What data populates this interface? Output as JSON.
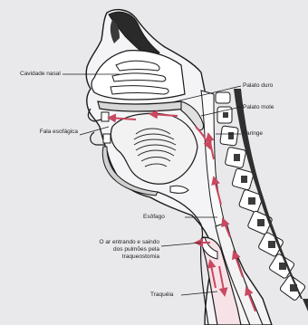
{
  "labels": {
    "cavidade_nasal": "Cavidade nasal",
    "palato_duro": "Palato duro",
    "palato_mole": "Palato mole",
    "faringe": "Faringe",
    "fala_esofagica": "Fala esofágica",
    "esofago": "Esôfago",
    "ar_entrando_line1": "O ar entrando e saindo",
    "ar_entrando_line2": "dos pulmões pela",
    "ar_entrando_line3": "traqueostomia",
    "traqueia": "Traquéia"
  },
  "colors": {
    "background": "#e9e9ec",
    "outline": "#1b1b1b",
    "bone": "#f6f6f6",
    "dark_fill": "#2a2a2a",
    "airflow": "#c9485f",
    "airflow_fill": "#e6a3b0"
  }
}
